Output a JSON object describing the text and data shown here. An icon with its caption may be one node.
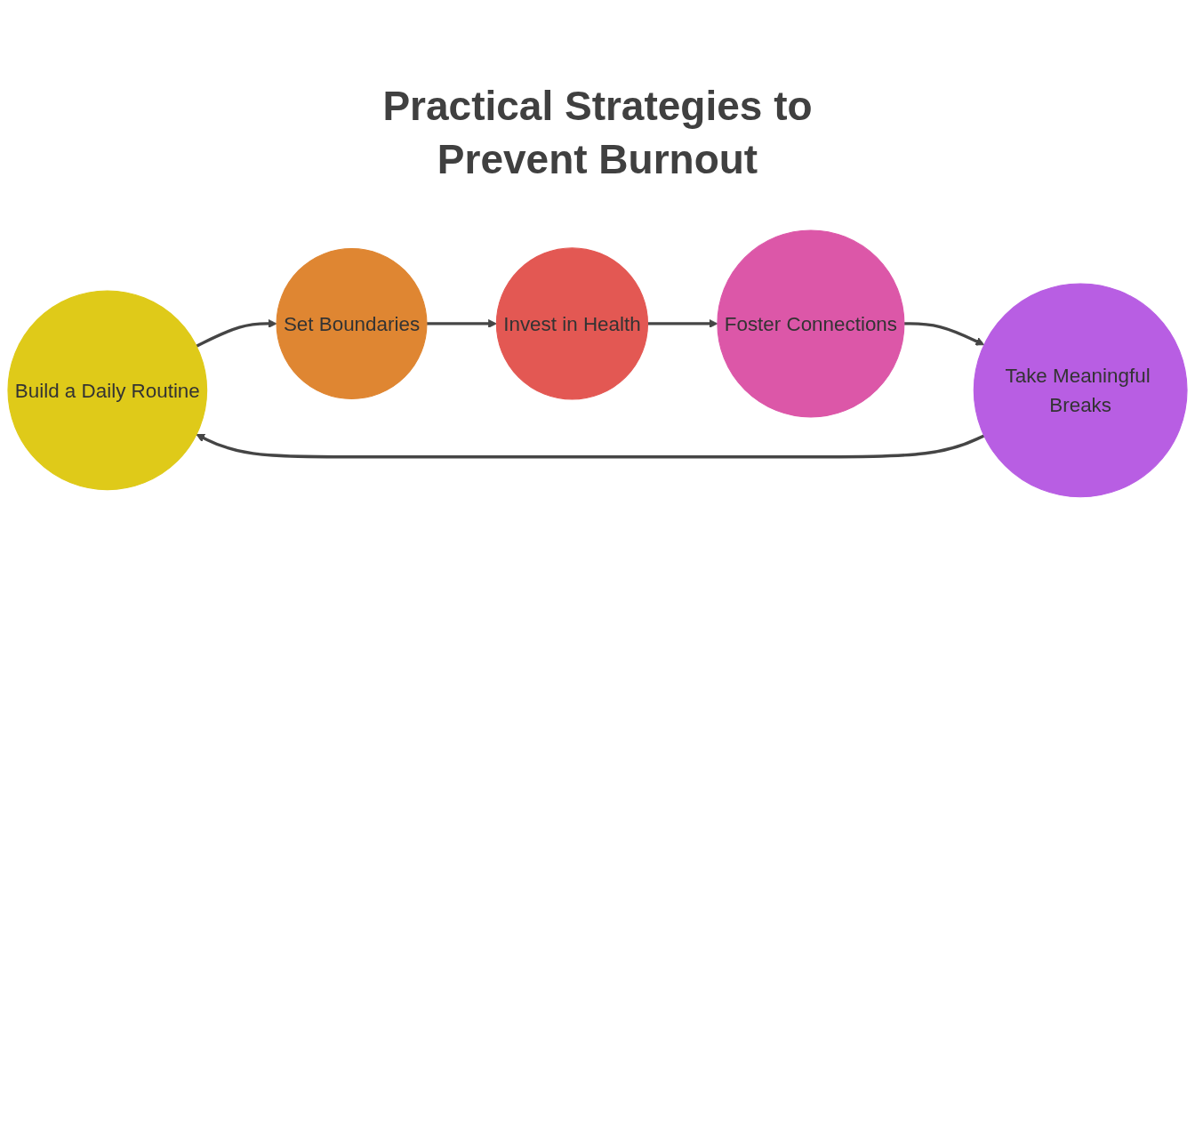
{
  "diagram": {
    "title": "Practical Strategies to Prevent Burnout",
    "nodes": [
      {
        "text": [
          "Build a Daily Routine"
        ]
      },
      {
        "text": [
          "Set Boundaries"
        ]
      },
      {
        "text": [
          "Invest in Health"
        ]
      },
      {
        "text": [
          "Foster Connections"
        ]
      },
      {
        "text": [
          "Take Meaningful Breaks"
        ]
      }
    ],
    "edges": [
      {
        "from": 0,
        "to": 1,
        "arrow": "to"
      },
      {
        "from": 1,
        "to": 2,
        "arrow": "to"
      },
      {
        "from": 2,
        "to": 3,
        "arrow": "to"
      },
      {
        "from": 3,
        "to": 4,
        "arrow": "to"
      },
      {
        "from": 4,
        "to": 0,
        "arrow": "to"
      }
    ]
  }
}
